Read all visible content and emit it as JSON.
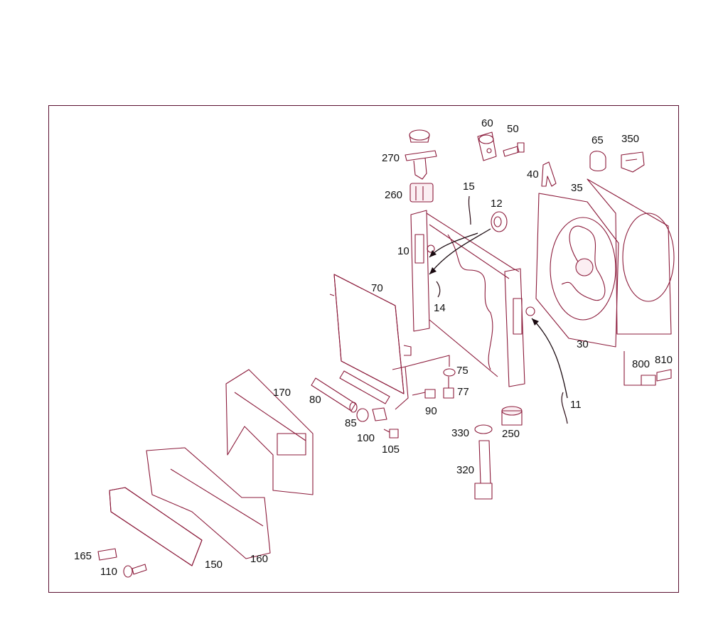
{
  "callouts": [
    {
      "id": "60",
      "text": "60"
    },
    {
      "id": "50",
      "text": "50"
    },
    {
      "id": "65",
      "text": "65"
    },
    {
      "id": "350",
      "text": "350"
    },
    {
      "id": "270",
      "text": "270"
    },
    {
      "id": "40",
      "text": "40"
    },
    {
      "id": "35",
      "text": "35"
    },
    {
      "id": "260",
      "text": "260"
    },
    {
      "id": "15",
      "text": "15"
    },
    {
      "id": "12",
      "text": "12"
    },
    {
      "id": "10",
      "text": "10"
    },
    {
      "id": "70",
      "text": "70"
    },
    {
      "id": "14",
      "text": "14"
    },
    {
      "id": "30",
      "text": "30"
    },
    {
      "id": "800",
      "text": "800"
    },
    {
      "id": "810",
      "text": "810"
    },
    {
      "id": "75",
      "text": "75"
    },
    {
      "id": "77",
      "text": "77"
    },
    {
      "id": "170",
      "text": "170"
    },
    {
      "id": "80",
      "text": "80"
    },
    {
      "id": "90",
      "text": "90"
    },
    {
      "id": "11",
      "text": "11"
    },
    {
      "id": "85",
      "text": "85"
    },
    {
      "id": "100",
      "text": "100"
    },
    {
      "id": "330",
      "text": "330"
    },
    {
      "id": "250",
      "text": "250"
    },
    {
      "id": "105",
      "text": "105"
    },
    {
      "id": "320",
      "text": "320"
    },
    {
      "id": "165",
      "text": "165"
    },
    {
      "id": "150",
      "text": "150"
    },
    {
      "id": "160",
      "text": "160"
    },
    {
      "id": "110",
      "text": "110"
    }
  ],
  "colors": {
    "line": "#8b1a3a",
    "text": "#111111",
    "frame": "#5a1030"
  }
}
